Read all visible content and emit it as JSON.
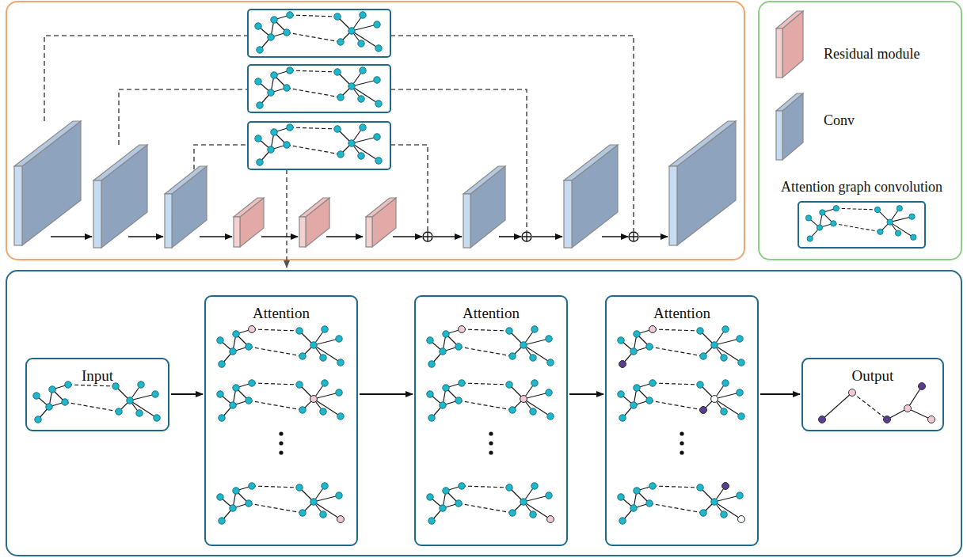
{
  "diagram": {
    "nodes": [
      {
        "text": [
          "Input"
        ]
      },
      {
        "text": [
          "Attention"
        ]
      },
      {
        "text": [
          "Attention"
        ]
      },
      {
        "text": [
          "Attention"
        ]
      },
      {
        "text": [
          "Output"
        ]
      }
    ],
    "edges": [
      {
        "from": 0,
        "to": 1,
        "arrow": "to"
      },
      {
        "from": 1,
        "to": 2,
        "arrow": "to"
      },
      {
        "from": 2,
        "to": 3,
        "arrow": "to"
      },
      {
        "from": 3,
        "to": 4,
        "arrow": "to"
      }
    ],
    "legend": [
      {
        "text": "Residual module",
        "color": "#e3a9a7"
      },
      {
        "text": "Conv",
        "color": "#8ea3be"
      },
      {
        "text": "Attention graph convolution"
      }
    ]
  }
}
